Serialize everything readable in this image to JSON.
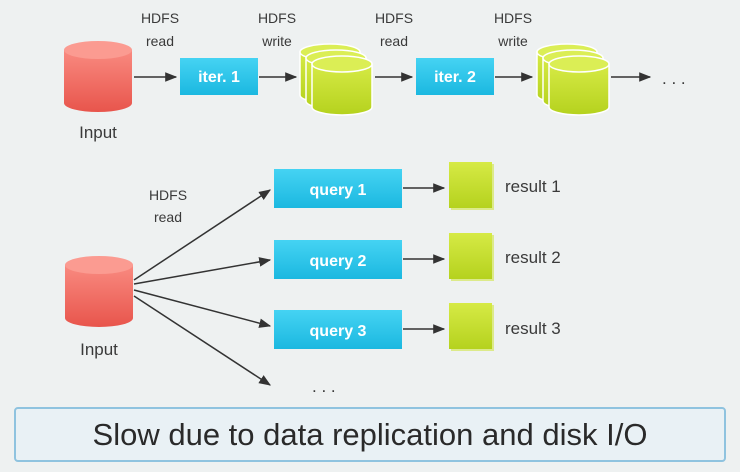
{
  "top_flow": {
    "labels": [
      {
        "line1": "HDFS",
        "line2": "read"
      },
      {
        "line1": "HDFS",
        "line2": "write"
      },
      {
        "line1": "HDFS",
        "line2": "read"
      },
      {
        "line1": "HDFS",
        "line2": "write"
      }
    ],
    "input_label": "Input",
    "iterations": [
      "iter. 1",
      "iter. 2"
    ],
    "ellipsis": ". . ."
  },
  "bottom_flow": {
    "read_label": {
      "line1": "HDFS",
      "line2": "read"
    },
    "input_label": "Input",
    "queries": [
      "query 1",
      "query 2",
      "query 3"
    ],
    "results": [
      "result 1",
      "result 2",
      "result 3"
    ],
    "ellipsis": ". . ."
  },
  "banner_text": "Slow due to data replication and disk I/O",
  "colors": {
    "input_cylinder": "#f2675e",
    "process_box": "#27c6ec",
    "storage": "#c5df2d",
    "arrow": "#333333"
  }
}
